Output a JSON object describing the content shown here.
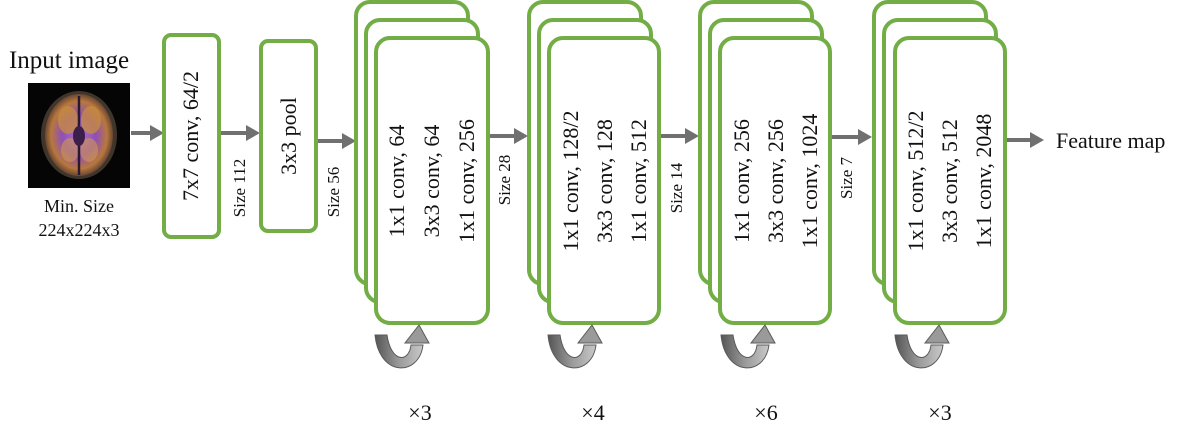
{
  "input": {
    "title": "Input image",
    "caption_line1": "Min. Size",
    "caption_line2": "224x224x3"
  },
  "conv1": {
    "label": "7x7 conv, 64/2"
  },
  "pool": {
    "label": "3x3 pool"
  },
  "sizes": {
    "s1": "Size 112",
    "s2": "Size 56",
    "s3": "Size 28",
    "s4": "Size 14",
    "s5": "Size 7"
  },
  "stages": [
    {
      "lines": [
        "1x1 conv, 64",
        "3x3 conv, 64",
        "1x1 conv, 256"
      ],
      "repeat": "×3"
    },
    {
      "lines": [
        "1x1 conv, 128/2",
        "3x3 conv, 128",
        "1x1 conv, 512"
      ],
      "repeat": "×4"
    },
    {
      "lines": [
        "1x1 conv, 256",
        "3x3 conv, 256",
        "1x1 conv, 1024"
      ],
      "repeat": "×6"
    },
    {
      "lines": [
        "1x1 conv, 512/2",
        "3x3 conv, 512",
        "1x1 conv, 2048"
      ],
      "repeat": "×3"
    }
  ],
  "output": {
    "label": "Feature map"
  },
  "colors": {
    "box_border": "#72ad45",
    "arrow": "#707070",
    "loop_fill": "#8a8a8a",
    "loop_stroke": "#5a5a5a"
  }
}
